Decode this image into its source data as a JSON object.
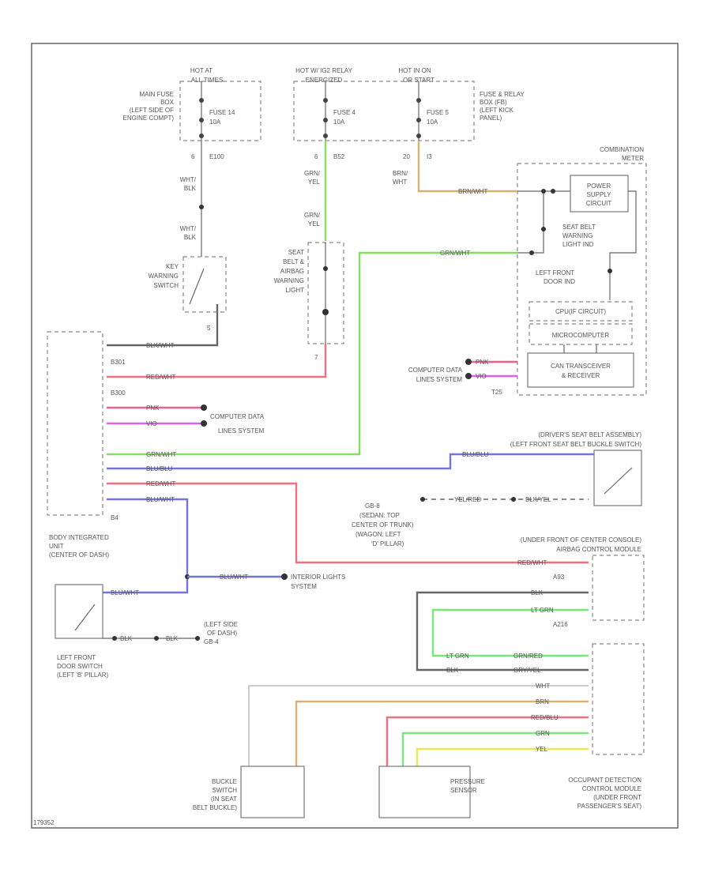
{
  "diagram_id": "179352",
  "colors": {
    "grn_yel": "#86e060",
    "red": "#f07080",
    "pink": "#f2608a",
    "violet": "#e060e8",
    "blue": "#7474e0",
    "tan": "#d8b070",
    "gray": "#666666",
    "yellow": "#e8e850",
    "lt_grn": "#78e878"
  },
  "power": {
    "hot_at_all_times": [
      "HOT AT",
      "ALL TIMES"
    ],
    "hot_ig2": [
      "HOT W/ IG2 RELAY",
      "ENERGIZED"
    ],
    "hot_on_start": [
      "HOT IN ON",
      "OR START"
    ],
    "main_fuse_box": [
      "MAIN FUSE",
      "BOX",
      "(LEFT SIDE OF",
      "ENGINE COMPT)"
    ],
    "fuse_relay_box": [
      "FUSE & RELAY",
      "BOX (FB)",
      "(LEFT KICK",
      "PANEL)"
    ],
    "fuse14": [
      "FUSE 14",
      "10A"
    ],
    "fuse4": [
      "FUSE 4",
      "10A"
    ],
    "fuse5": [
      "FUSE 5",
      "10A"
    ]
  },
  "connectors": {
    "e100_pin": "6",
    "e100": "E100",
    "b52_pin": "6",
    "b52": "B52",
    "i3_pin": "20",
    "i3": "I3",
    "b301": "B301",
    "b300": "B300",
    "b4": "B4",
    "t25": "T25",
    "a93": "A93",
    "a216": "A216",
    "pin_5": "5",
    "pin_7": "7"
  },
  "wires": {
    "wht_blk": [
      "WHT/",
      "BLK"
    ],
    "grn_yel": [
      "GRN/",
      "YEL"
    ],
    "brn_wht": [
      "BRN/",
      "WHT"
    ],
    "brn_wht_h": "BRN/WHT",
    "grn_wht": "GRN/WHT",
    "blk_wht": "BLK/WHT",
    "red_wht": "RED/WHT",
    "pnk": "PNK",
    "vio": "VIO",
    "blu_blu": "BLU/BLU",
    "blu_wht": "BLU/WHT",
    "yel_red": "YEL/RED",
    "blk_yel": "BLK/YEL",
    "blk": "BLK",
    "lt_grn": "LT GRN",
    "grn_red": "GRN/RED",
    "gry_yel": "GRY/YEL",
    "wht": "WHT",
    "brn": "BRN",
    "red_blu": "RED/BLU",
    "grn": "GRN",
    "yel": "YEL"
  },
  "components": {
    "key_warning_switch": [
      "KEY",
      "WARNING",
      "SWITCH"
    ],
    "seat_belt_light": [
      "SEAT",
      "BELT &",
      "AIRBAG",
      "WARNING",
      "LIGHT"
    ],
    "combination_meter": [
      "COMBINATION",
      "METER"
    ],
    "power_supply": [
      "POWER",
      "SUPPLY",
      "CIRCUIT"
    ],
    "seat_belt_ind": [
      "SEAT BELT",
      "WARNING",
      "LIGHT IND"
    ],
    "door_ind": [
      "LEFT FRONT",
      "DOOR IND"
    ],
    "cpu": "CPU(IF CIRCUIT)",
    "micro": "MICROCOMPUTER",
    "can": [
      "CAN TRANSCEIVER",
      "& RECEIVER"
    ],
    "computer_data_right": [
      "COMPUTER DATA",
      "LINES SYSTEM"
    ],
    "computer_data_left": [
      "COMPUTER DATA",
      "LINES SYSTEM"
    ],
    "body_unit": [
      "BODY INTEGRATED",
      "UNIT",
      "(CENTER OF DASH)"
    ],
    "driver_belt": [
      "(DRIVER'S SEAT BELT ASSEMBLY)",
      "(LEFT FRONT SEAT BELT BUCKLE SWITCH)"
    ],
    "gb8": [
      "GB-8",
      "(SEDAN: TOP",
      "CENTER OF TRUNK)",
      "(WAGON: LEFT",
      "'D' PILLAR)"
    ],
    "interior_lights": [
      "INTERIOR LIGHTS",
      "SYSTEM"
    ],
    "door_switch": [
      "LEFT FRONT",
      "DOOR SWITCH",
      "(LEFT 'B' PILLAR)"
    ],
    "gb4": [
      "(LEFT SIDE",
      "OF DASH)",
      "GB-4"
    ],
    "airbag_module": [
      "(UNDER FRONT OF CENTER CONSOLE)",
      "AIRBAG CONTROL MODULE"
    ],
    "buckle_switch": [
      "BUCKLE",
      "SWITCH",
      "(IN SEAT",
      "BELT BUCKLE)"
    ],
    "pressure_sensor": [
      "PRESSURE",
      "SENSOR"
    ],
    "occupant_module": [
      "OCCUPANT DETECTION",
      "CONTROL MODULE",
      "(UNDER FRONT",
      "PASSENGER'S SEAT)"
    ]
  }
}
